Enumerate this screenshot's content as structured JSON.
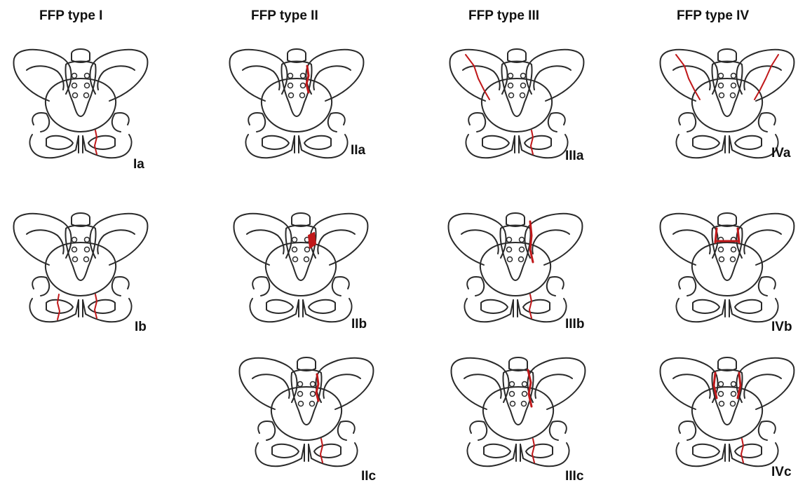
{
  "columns": [
    "FFP type I",
    "FFP type II",
    "FFP type III",
    "FFP type IV"
  ],
  "panels": [
    {
      "label": "Ia",
      "fractures": [
        "pubic-ramus-left"
      ]
    },
    {
      "label": "Ib",
      "fractures": [
        "pubic-ramus-left",
        "pubic-ramus-right"
      ]
    },
    {
      "label": "IIa",
      "fractures": [
        "sacral-left"
      ]
    },
    {
      "label": "IIb",
      "fractures": [
        "sacral-ala-left-filled"
      ]
    },
    {
      "label": "IIc",
      "fractures": [
        "sacral-left",
        "pubic-ramus-left"
      ]
    },
    {
      "label": "IIIa",
      "fractures": [
        "iliac-right",
        "pubic-ramus-left"
      ]
    },
    {
      "label": "IIIb",
      "fractures": [
        "si-joint-left",
        "pubic-ramus-left"
      ]
    },
    {
      "label": "IIIc",
      "fractures": [
        "sacral-left-long",
        "pubic-ramus-left"
      ]
    },
    {
      "label": "IVa",
      "fractures": [
        "iliac-right",
        "iliac-left"
      ]
    },
    {
      "label": "IVb",
      "fractures": [
        "sacral-bilateral-h"
      ]
    },
    {
      "label": "IVc",
      "fractures": [
        "sacral-bilateral",
        "pubic-ramus-left"
      ]
    }
  ],
  "colors": {
    "outline": "#2a2a2a",
    "fracture": "#c0181a"
  }
}
